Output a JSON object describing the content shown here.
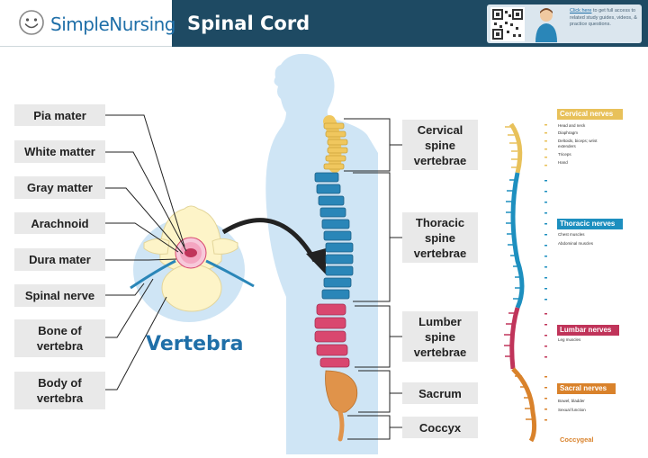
{
  "header": {
    "logo_text": "SimpleNursing",
    "title": "Spinal Cord",
    "promo_link": "Click here",
    "promo_text": "to get full access to related study guides, videos, & practice questions."
  },
  "layer_labels": [
    {
      "text": "Pia mater"
    },
    {
      "text": "White matter"
    },
    {
      "text": "Gray matter"
    },
    {
      "text": "Arachnoid"
    },
    {
      "text": "Dura mater"
    },
    {
      "text": "Spinal nerve"
    },
    {
      "text": "Bone of vertebra"
    },
    {
      "text": "Body of vertebra"
    }
  ],
  "vertebra_caption": "Vertebra",
  "spine_regions": [
    {
      "text": "Cervical spine vertebrae"
    },
    {
      "text": "Thoracic spine vertebrae"
    },
    {
      "text": "Lumber spine vertebrae"
    },
    {
      "text": "Sacrum"
    },
    {
      "text": "Coccyx"
    }
  ],
  "nerves": {
    "cervical": {
      "title": "Cervical nerves",
      "color": "#e8c15a",
      "items": [
        "Head and neck",
        "Diaphragm",
        "Deltoids, biceps; wrist extenders",
        "Triceps",
        "Hand"
      ]
    },
    "thoracic": {
      "title": "Thoracic nerves",
      "color": "#1d8fbf",
      "items": [
        "Chest muscles",
        "Abdominal muscles"
      ]
    },
    "lumbar": {
      "title": "Lumbar nerves",
      "color": "#c0345a",
      "items": [
        "Leg muscles"
      ]
    },
    "sacral": {
      "title": "Sacral nerves",
      "color": "#d9822b",
      "items": [
        "Bowel, bladder",
        "Sexual function"
      ]
    },
    "coccygeal": "Coccygeal"
  },
  "colors": {
    "header": "#1e4a63",
    "cervical": "#f0c75e",
    "thoracic": "#2a86b8",
    "lumbar": "#d9476f",
    "sacrum": "#e0934a",
    "silhouette": "#cfe5f5",
    "bone": "#fdf4c8"
  }
}
